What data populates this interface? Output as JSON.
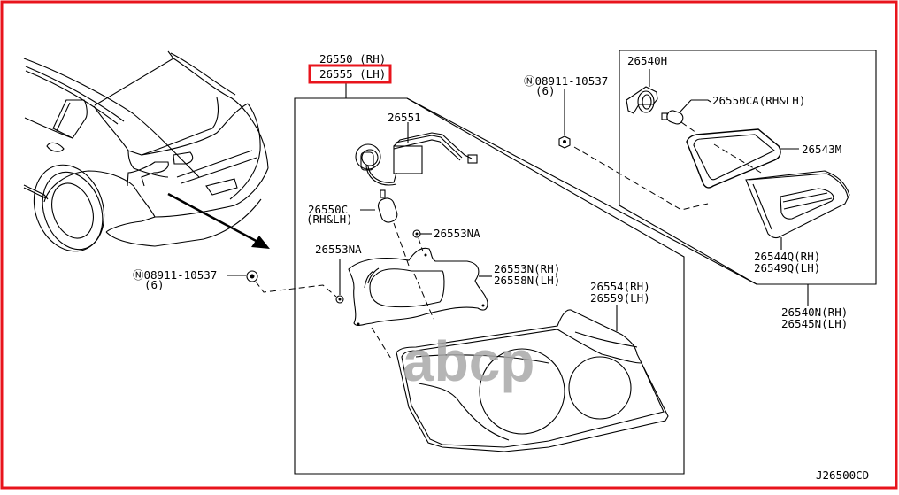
{
  "diagram": {
    "title_code": "J26500CD",
    "watermark": "abcp",
    "highlight_color": "#e8141c",
    "border_color": "#e8141c",
    "parts": {
      "lamp_assy_rh": "26550 (RH)",
      "lamp_assy_lh": "26555 (LH)",
      "harness": "26551",
      "bulb_main": "26550C",
      "bulb_main_side": "(RH&LH)",
      "nut_upper": "26553NA",
      "nut_left": "26553NA",
      "housing_rh": "26553N(RH)",
      "housing_lh": "26558N(LH)",
      "lens_rh": "26554(RH)",
      "lens_lh": "26559(LH)",
      "fastener_top": "Ⓝ08911-10537",
      "fastener_top_qty": "(6)",
      "fastener_left": "Ⓝ08911-10537",
      "fastener_left_qty": "(6)",
      "socket": "26540H",
      "bulb_inner": "26550CA(RH&LH)",
      "gasket": "26543M",
      "inner_lens_rh": "26544Q(RH)",
      "inner_lens_lh": "26549Q(LH)",
      "inner_lamp_rh": "26540N(RH)",
      "inner_lamp_lh": "26545N(LH)"
    },
    "highlighted_part": "26555 (LH)"
  }
}
